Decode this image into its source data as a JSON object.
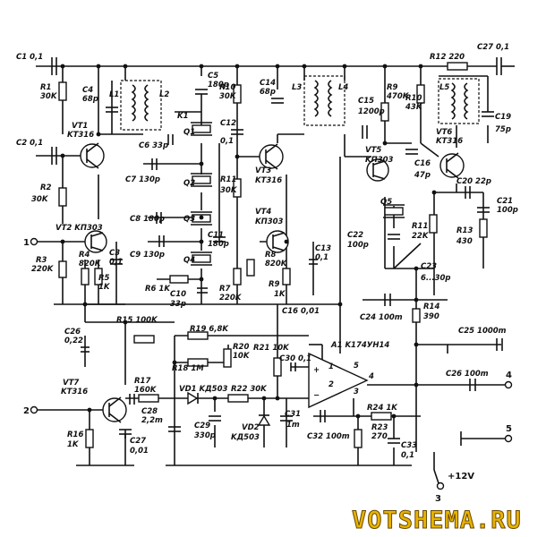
{
  "watermark": "VOTSHEMA.RU",
  "terminals": {
    "t1": "1",
    "t2": "2",
    "t3": "3",
    "t4": "4",
    "t5": "5",
    "supply": "+12V"
  },
  "labels": {
    "c1": "C1 0,1",
    "r1": "R1",
    "r1v": "30K",
    "c4": "C4",
    "c4v": "68p",
    "l1": "L1",
    "l2": "L2",
    "c5": "C5",
    "c5v": "180p",
    "k1": "K1",
    "c6": "C6 33p",
    "q1": "Q1",
    "r10a": "R10",
    "r10av": "30K",
    "c12": "C12",
    "c12v": "0,1",
    "c14": "C14",
    "c14v": "68p",
    "l3": "L3",
    "l4": "L4",
    "c15": "C15",
    "c15v": "1200p",
    "r9b": "R9",
    "r9bv": "470K",
    "r12": "R12 220",
    "c27a": "C27 0,1",
    "r10b": "R10",
    "r10bv": "43K",
    "l5": "L5",
    "vt6": "VT6",
    "vt6t": "KT316",
    "c19": "C19",
    "c19v": "75p",
    "vt1": "VT1",
    "vt1t": "KT316",
    "c2": "C2 0,1",
    "r2": "R2",
    "r2v": "30K",
    "c7": "C7 130p",
    "q2": "Q2",
    "r11": "R11",
    "r11v": "30K",
    "vt3": "VT3",
    "vt3t": "KT316",
    "vt5": "VT5",
    "vt5t": "KП303",
    "c16": "C16",
    "c16v": "47p",
    "c20": "C20 22p",
    "c21": "C21",
    "c21v": "100p",
    "c8": "C8 180p",
    "q3": "Q3",
    "vt4": "VT4",
    "vt4t": "KП303",
    "q5": "Q5",
    "r13": "R13",
    "r13v": "430",
    "r11b": "R11",
    "r11bv": "22K",
    "vt2": "VT2 KП303",
    "c9": "C9 130p",
    "c11": "C11",
    "c11v": "180p",
    "q4": "Q4",
    "r8": "R8",
    "r8v": "820K",
    "c13": "C13",
    "c13v": "0,1",
    "c22": "C22",
    "c22v": "100p",
    "c23": "C23",
    "c23v": "6...30p",
    "r3": "R3",
    "r3v": "220K",
    "r4": "R4",
    "r4v": "820K",
    "r5": "R5",
    "r5v": "1K",
    "c3": "C3",
    "c3v": "0,1",
    "r6": "R6 1K",
    "c10": "C10",
    "c10v": "33p",
    "r7": "R7",
    "r7v": "220K",
    "r9": "R9",
    "r9v": "1K",
    "c24": "C24 100m",
    "r14": "R14",
    "r14v": "390",
    "r15": "R15 100K",
    "c26a": "C26",
    "c26av": "0,22",
    "r19": "R19 6,8K",
    "c160": "C16 0,01",
    "r20": "R20",
    "r20v": "10K",
    "r21": "R21 10K",
    "a1": "A1 K174УН14",
    "c25": "C25 1000m",
    "vt7": "VT7",
    "vt7t": "KT316",
    "r18": "R18 1M",
    "c30": "C30 0,1",
    "r17": "R17",
    "r17v": "160K",
    "vd1": "VD1 KД503",
    "r22": "R22 30K",
    "c26b": "C26 100m",
    "c28": "C28",
    "c28v": "2,2m",
    "c29": "C29",
    "c29v": "330p",
    "vd2": "VD2",
    "vd2t": "KД503",
    "c31": "C31",
    "c31v": "1m",
    "r24": "R24 1K",
    "r23": "R23",
    "r23v": "270",
    "c32": "C32 100m",
    "c33": "C33",
    "c33v": "0,1",
    "r16": "R16",
    "r16v": "1K",
    "c27b": "C27",
    "c27bv": "0,01",
    "op_p1": "1",
    "op_p2": "2",
    "op_p3": "3",
    "op_p4": "4",
    "op_p5": "5"
  }
}
